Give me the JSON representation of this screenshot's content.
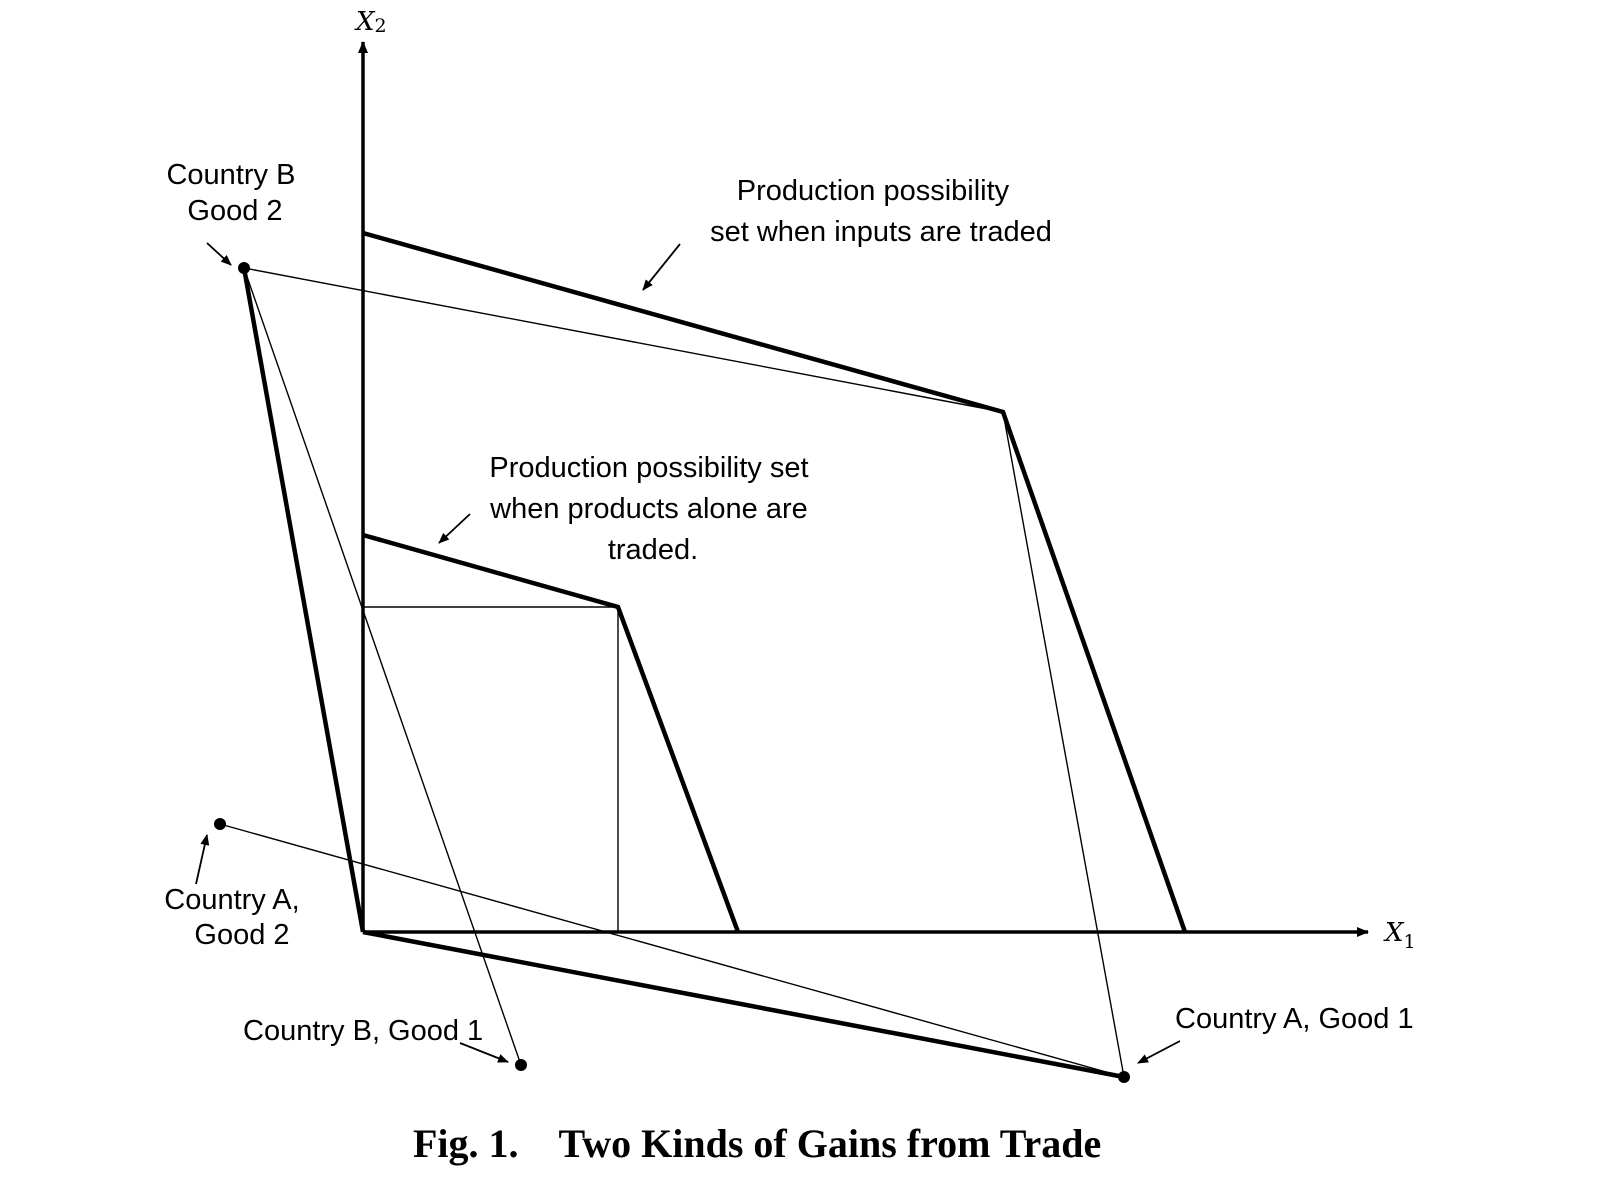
{
  "diagram": {
    "axes": {
      "x_label": "X",
      "x_subscript": "1",
      "y_label": "X",
      "y_subscript": "2"
    },
    "labels": {
      "country_b_good2": [
        "Country B",
        "Good 2"
      ],
      "country_a_good2": [
        "Country A,",
        "Good 2"
      ],
      "country_b_good1": "Country B, Good 1",
      "country_a_good1": "Country A, Good 1",
      "pps_inputs": [
        "Production possibility",
        "set when inputs are traded"
      ],
      "pps_products": [
        "Production possibility set",
        "when products alone are",
        "traded."
      ]
    },
    "caption": {
      "fig_label": "Fig.  1.",
      "title": "Two Kinds of Gains from Trade"
    }
  }
}
